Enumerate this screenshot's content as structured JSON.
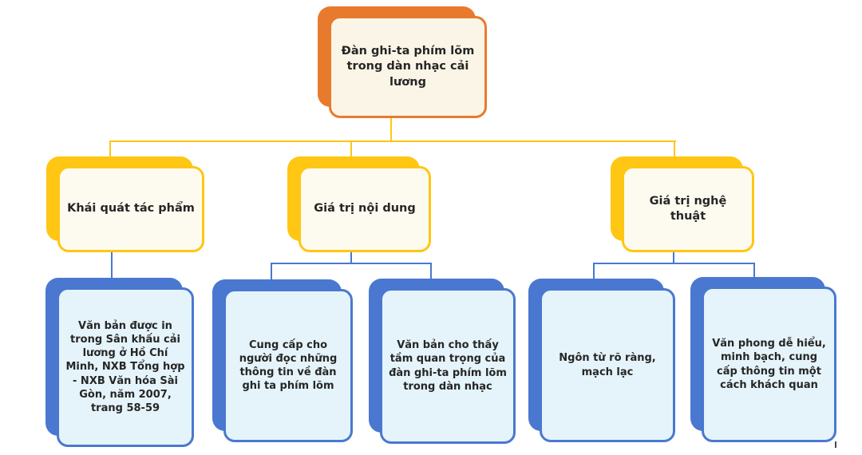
{
  "palette": {
    "orange": "#E87A2E",
    "yellow": "#FFC613",
    "blue": "#4A78D0",
    "cream1": "#FAF5E6",
    "cream2": "#FDFBEF",
    "lightblue": "#E5F4FA",
    "text": "#262626",
    "background": "#FFFFFF"
  },
  "diagram": {
    "type": "concept-map",
    "root": {
      "label": "Đàn ghi-ta phím lõm trong dàn nhạc cải lương"
    },
    "branches": [
      {
        "label": "Khái quát tác phẩm",
        "children": [
          "Văn bản được in trong Sân khấu cải lương ở Hồ Chí Minh, NXB Tổng hợp - NXB Văn hóa Sài Gòn, năm 2007, trang 58-59"
        ]
      },
      {
        "label": "Giá trị nội dung",
        "children": [
          "Cung cấp cho người đọc những thông tin về đàn ghi ta phím lõm",
          "Văn bản cho thấy tầm quan trọng của đàn ghi-ta phím lõm trong dàn nhạc"
        ]
      },
      {
        "label": "Giá trị nghệ thuật",
        "children": [
          "Ngôn từ rõ ràng, mạch lạc",
          "Văn phong dễ hiểu, minh bạch, cung cấp thông tin một cách khách quan"
        ]
      }
    ]
  }
}
